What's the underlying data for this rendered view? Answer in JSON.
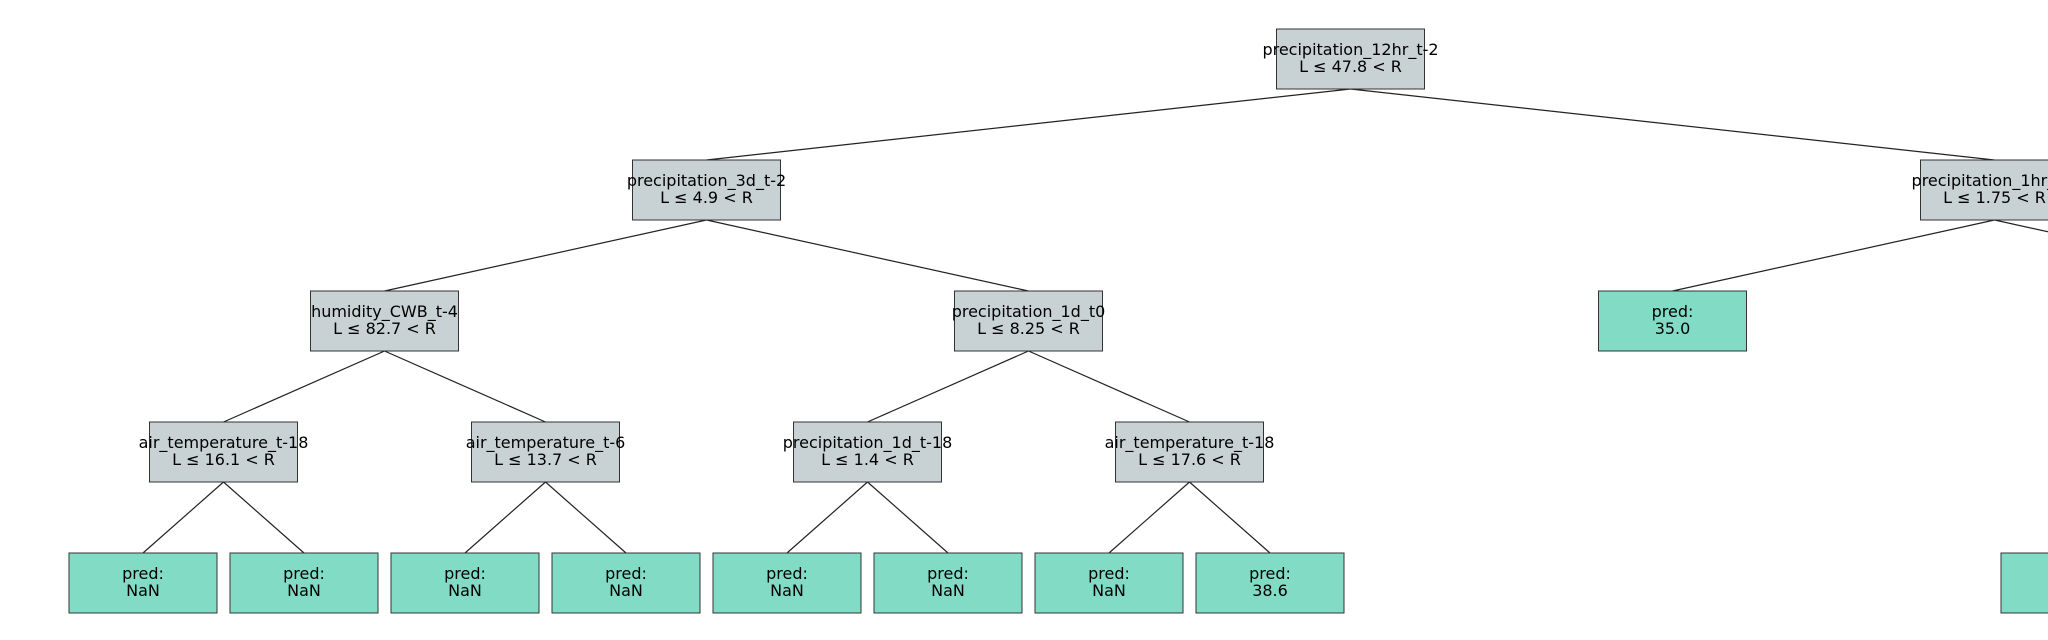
{
  "colors": {
    "split": "#c8d2d4",
    "leaf": "#82dcc5",
    "border": "#333333",
    "edge": "#222222"
  },
  "tree": {
    "label1": "precipitation_12hr_t-2",
    "label2": "L ≤ 47.8 < R",
    "children": [
      {
        "label1": "precipitation_3d_t-2",
        "label2": "L ≤ 4.9 < R",
        "children": [
          {
            "label1": "humidity_CWB_t-4",
            "label2": "L ≤ 82.7 < R",
            "children": [
              {
                "label1": "air_temperature_t-18",
                "label2": "L ≤ 16.1 < R",
                "children": [
                  {
                    "label1": "pred:",
                    "label2": "NaN",
                    "leaf": true
                  },
                  {
                    "label1": "pred:",
                    "label2": "NaN",
                    "leaf": true
                  }
                ]
              },
              {
                "label1": "air_temperature_t-6",
                "label2": "L ≤ 13.7 < R",
                "children": [
                  {
                    "label1": "pred:",
                    "label2": "NaN",
                    "leaf": true
                  },
                  {
                    "label1": "pred:",
                    "label2": "NaN",
                    "leaf": true
                  }
                ]
              }
            ]
          },
          {
            "label1": "precipitation_1d_t0",
            "label2": "L ≤ 8.25 < R",
            "children": [
              {
                "label1": "precipitation_1d_t-18",
                "label2": "L ≤ 1.4 < R",
                "children": [
                  {
                    "label1": "pred:",
                    "label2": "NaN",
                    "leaf": true
                  },
                  {
                    "label1": "pred:",
                    "label2": "NaN",
                    "leaf": true
                  }
                ]
              },
              {
                "label1": "air_temperature_t-18",
                "label2": "L ≤ 17.6 < R",
                "children": [
                  {
                    "label1": "pred:",
                    "label2": "NaN",
                    "leaf": true
                  },
                  {
                    "label1": "pred:",
                    "label2": "38.6",
                    "leaf": true
                  }
                ]
              }
            ]
          }
        ]
      },
      {
        "label1": "precipitation_1hr_t-1",
        "label2": "L ≤ 1.75 < R",
        "children": [
          {
            "label1": "pred:",
            "label2": "35.0",
            "leaf": true
          },
          {
            "label1": "precipitation_3d_t-2",
            "label2": "L ≤ 168.0 < R",
            "children": [
              {
                "label1": "precipitation_2d_t-12",
                "label2": "L ≤ 159.0 < R",
                "children": [
                  {
                    "label1": "pred:",
                    "label2": "NaN",
                    "leaf": true
                  },
                  {
                    "label1": "pred:",
                    "label2": "38.5",
                    "leaf": true
                  }
                ]
              },
              {
                "label1": "humidity_CWB_t0",
                "label2": "L ≤ 92.8 < R",
                "children": [
                  {
                    "label1": "pred:",
                    "label2": "37.8",
                    "leaf": true
                  },
                  {
                    "label1": "pred:",
                    "label2": "NaN",
                    "leaf": true
                  }
                ]
              }
            ]
          }
        ]
      }
    ]
  }
}
